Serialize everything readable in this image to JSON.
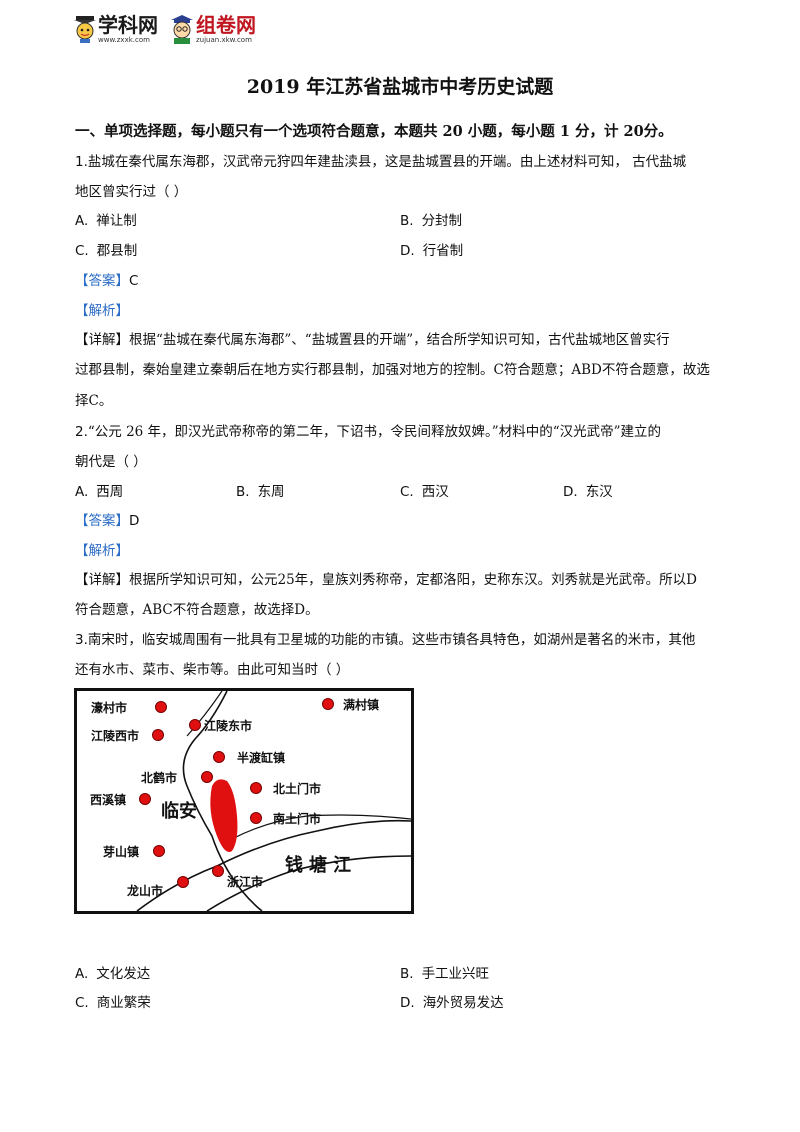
{
  "logos": [
    {
      "name": "学科网",
      "url": "www.zxxk.com"
    },
    {
      "name": "组卷网",
      "url": "zujuan.xkw.com"
    }
  ],
  "title": "2019 年江苏省盐城市中考历史试题",
  "section": "一、单项选择题，每小题只有一个选项符合题意，本题共 20 小题，每小题 1 分，计 20分。",
  "labels": {
    "answer": "【答案】",
    "analysis": "【解析】",
    "detail": "【详解】"
  },
  "q1": {
    "num": "1.",
    "stem1": "盐城在秦代属东海郡，汉武帝元狩四年建盐渎县，这是盐城置县的开端。由上述材料可知，  古代盐城",
    "stem2": "地区曾实行过（    ）",
    "options": [
      {
        "l": "A.",
        "t": "禅让制"
      },
      {
        "l": "B.",
        "t": "分封制"
      },
      {
        "l": "C.",
        "t": "郡县制"
      },
      {
        "l": "D.",
        "t": "行省制"
      }
    ],
    "answer": "C",
    "detail1": "根据“盐城在秦代属东海郡”、“盐城置县的开端”，结合所学知识可知，古代盐城地区曾实行",
    "detail2": "过郡县制，秦始皇建立秦朝后在地方实行郡县制，加强对地方的控制。C符合题意；ABD不符合题意，故选",
    "detail3": "择C。"
  },
  "q2": {
    "num": "2.",
    "stem1": "“公元 26 年，即汉光武帝称帝的第二年，下诏书，令民间释放奴婢。”材料中的“汉光武帝”建立的",
    "stem2": "朝代是（    ）",
    "options": [
      {
        "l": "A.",
        "t": "西周"
      },
      {
        "l": "B.",
        "t": "东周"
      },
      {
        "l": "C.",
        "t": "西汉"
      },
      {
        "l": "D.",
        "t": "东汉"
      }
    ],
    "answer": "D",
    "detail1": "根据所学知识可知，公元25年，皇族刘秀称帝，定都洛阳，史称东汉。刘秀就是光武帝。所以D",
    "detail2": "符合题意，ABC不符合题意，故选择D。"
  },
  "q3": {
    "num": "3.",
    "stem1": "南宋时，临安城周围有一批具有卫星城的功能的市镇。这些市镇各具特色，如湖州是著名的米市，其他",
    "stem2": "还有水市、菜市、柴市等。由此可知当时（    ）",
    "map": {
      "labels": [
        "濠村市",
        "江陵西市",
        "江陵东市",
        "半渡缸镇",
        "北鹤市",
        "北土门市",
        "西溪镇",
        "南土门市",
        "芽山镇",
        "浙江市",
        "龙山市",
        "满村镇",
        "临安",
        "钱塘江"
      ],
      "color": "#e01010"
    },
    "options": [
      {
        "l": "A.",
        "t": "文化发达"
      },
      {
        "l": "B.",
        "t": "手工业兴旺"
      },
      {
        "l": "C.",
        "t": "商业繁荣"
      },
      {
        "l": "D.",
        "t": "海外贸易发达"
      }
    ]
  }
}
